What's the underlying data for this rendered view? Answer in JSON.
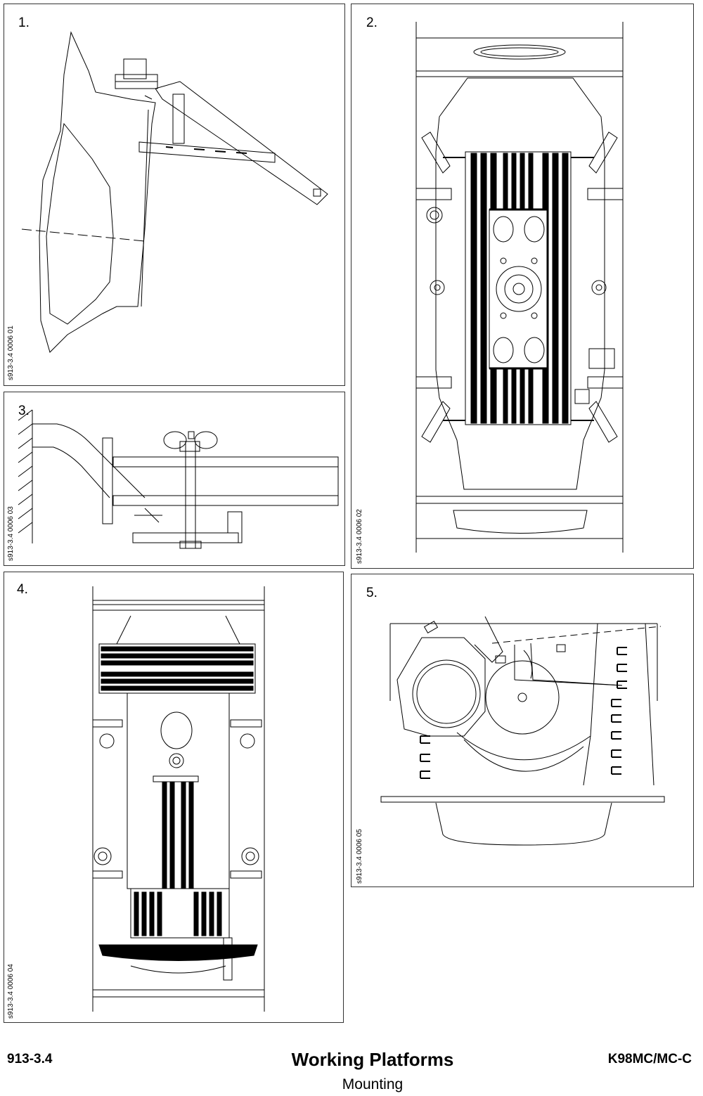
{
  "panels": [
    {
      "number": "1.",
      "code": "s913-3.4 0006 01"
    },
    {
      "number": "2.",
      "code": "s913-3.4 0006 02"
    },
    {
      "number": "3.",
      "code": "s913-3.4 0006 03"
    },
    {
      "number": "4.",
      "code": "s913-3.4 0006 04"
    },
    {
      "number": "5.",
      "code": "s913-3.4 0006 05"
    }
  ],
  "footer": {
    "section": "913-3.4",
    "title": "Working Platforms",
    "subtitle": "Mounting",
    "model": "K98MC/MC-C"
  }
}
